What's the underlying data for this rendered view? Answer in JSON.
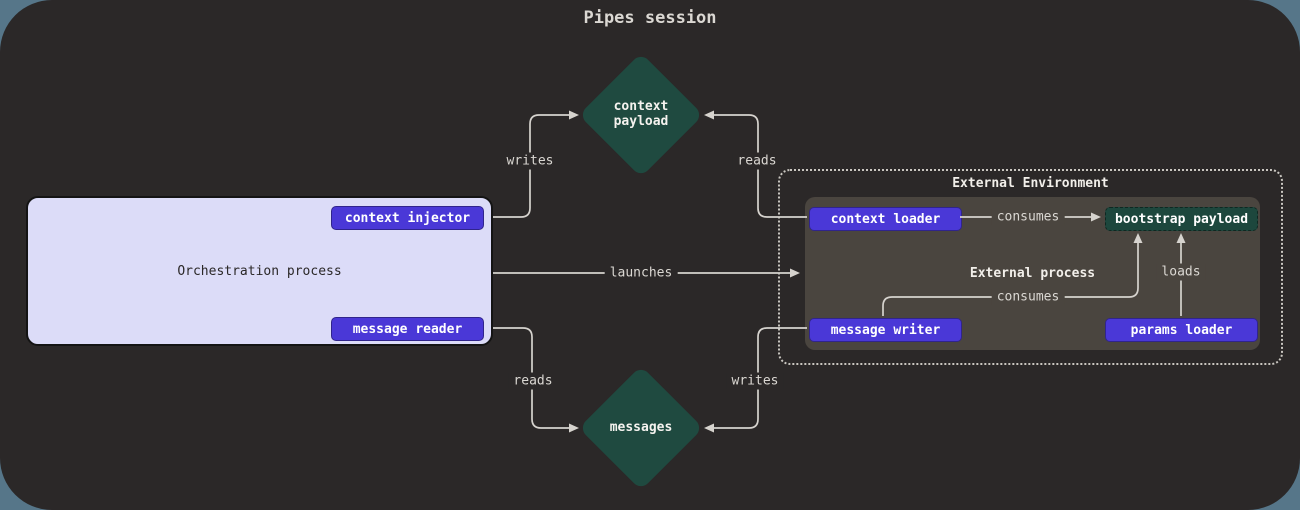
{
  "title": "Pipes session",
  "orchestration": {
    "label": "Orchestration process",
    "context_injector": "context injector",
    "message_reader": "message reader"
  },
  "external_environment": {
    "title": "External Environment",
    "process_label": "External process",
    "context_loader": "context loader",
    "bootstrap_payload": "bootstrap payload",
    "message_writer": "message writer",
    "params_loader": "params loader"
  },
  "artifacts": {
    "context_payload": "context\npayload",
    "messages": "messages"
  },
  "edges": {
    "writes_top": "writes",
    "reads_top": "reads",
    "launches": "launches",
    "reads_bottom": "reads",
    "writes_bottom": "writes",
    "consumes_top": "consumes",
    "consumes_bottom": "consumes",
    "loads": "loads"
  },
  "colors": {
    "background": "#567689",
    "surface": "#2b2828",
    "process_fill": "#dcdcf8",
    "button_fill": "#4a38d7",
    "artifact_fill": "#1f4a40",
    "external_fill": "#4a453f",
    "line": "#d6d3ce"
  }
}
